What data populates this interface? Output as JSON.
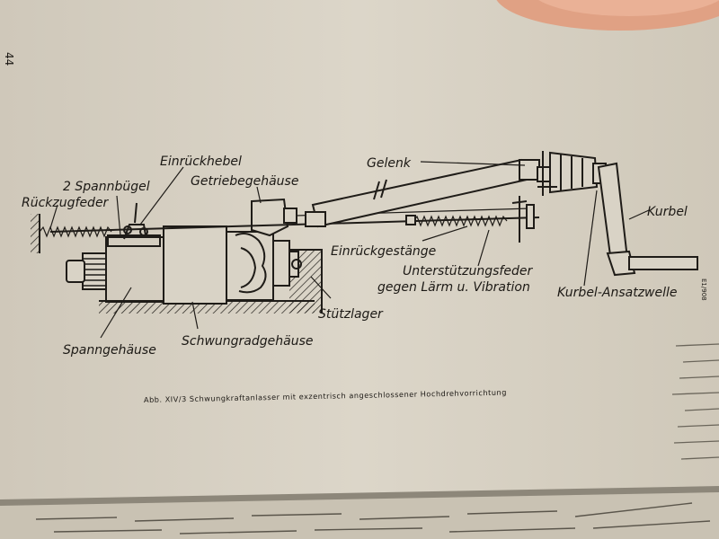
{
  "page_number": "44",
  "side_code": "E1/908",
  "caption": "Abb. XIV/3  Schwungkraftanlasser mit exzentrisch angeschlossener Hochdrehvorrichtung",
  "labels": {
    "rueckzugfeder": "Rückzugfeder",
    "spannbuegel": "2 Spannbügel",
    "einrueckhebel": "Einrückhebel",
    "getriebegehaeuse": "Getriebegehäuse",
    "gelenk": "Gelenk",
    "kurbel": "Kurbel",
    "einrueckgestaenge": "Einrückgestänge",
    "unterstuetzungsfeder_1": "Unterstützungsfeder",
    "unterstuetzungsfeder_2": "gegen Lärm u. Vibration",
    "kurbel_ansatzwelle": "Kurbel-Ansatzwelle",
    "stuetzlager": "Stützlager",
    "spanngehaeuse": "Spanngehäuse",
    "schwungradgehaeuse": "Schwungradgehäuse"
  },
  "colors": {
    "paper": "#d9d3c6",
    "ink": "#1f1c18",
    "skin": "#e0a184",
    "backdrop": "#6d6a5f"
  }
}
